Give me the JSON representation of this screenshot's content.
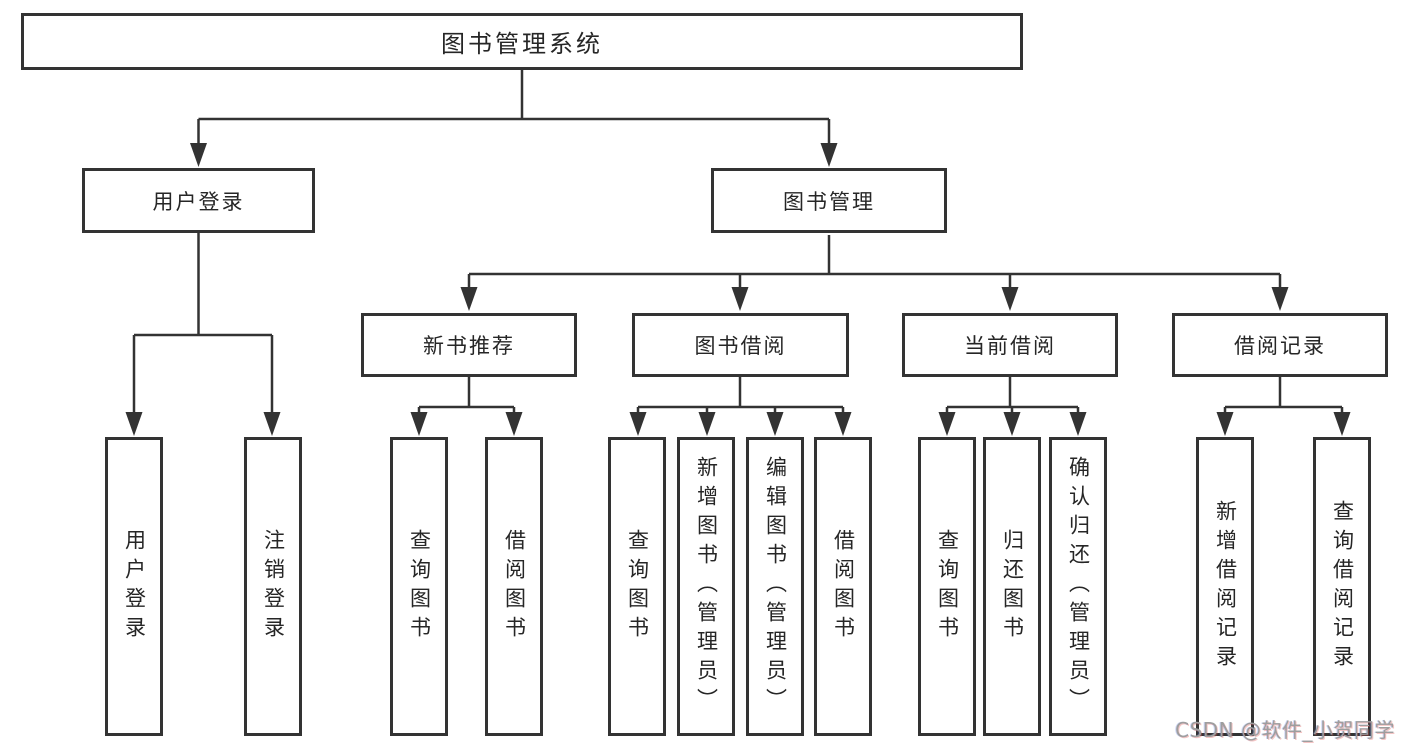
{
  "diagram_title": "图书管理系统",
  "tree": {
    "label": "图书管理系统",
    "children": [
      {
        "label": "用户登录",
        "children": [
          {
            "label": "用户登录"
          },
          {
            "label": "注销登录"
          }
        ]
      },
      {
        "label": "图书管理",
        "children": [
          {
            "label": "新书推荐",
            "children": [
              {
                "label": "查询图书"
              },
              {
                "label": "借阅图书"
              }
            ]
          },
          {
            "label": "图书借阅",
            "children": [
              {
                "label": "查询图书"
              },
              {
                "label": "新增图书（管理员）"
              },
              {
                "label": "编辑图书（管理员）"
              },
              {
                "label": "借阅图书"
              }
            ]
          },
          {
            "label": "当前借阅",
            "children": [
              {
                "label": "查询图书"
              },
              {
                "label": "归还图书"
              },
              {
                "label": "确认归还（管理员）"
              }
            ]
          },
          {
            "label": "借阅记录",
            "children": [
              {
                "label": "新增借阅记录"
              },
              {
                "label": "查询借阅记录"
              }
            ]
          }
        ]
      }
    ]
  },
  "watermark": {
    "text": "CSDN @软件_小贺同学"
  },
  "colors": {
    "line": "#333333",
    "box_border": "#333333",
    "text": "#262626",
    "watermark": "#9e9e9e",
    "background": "#ffffff"
  }
}
